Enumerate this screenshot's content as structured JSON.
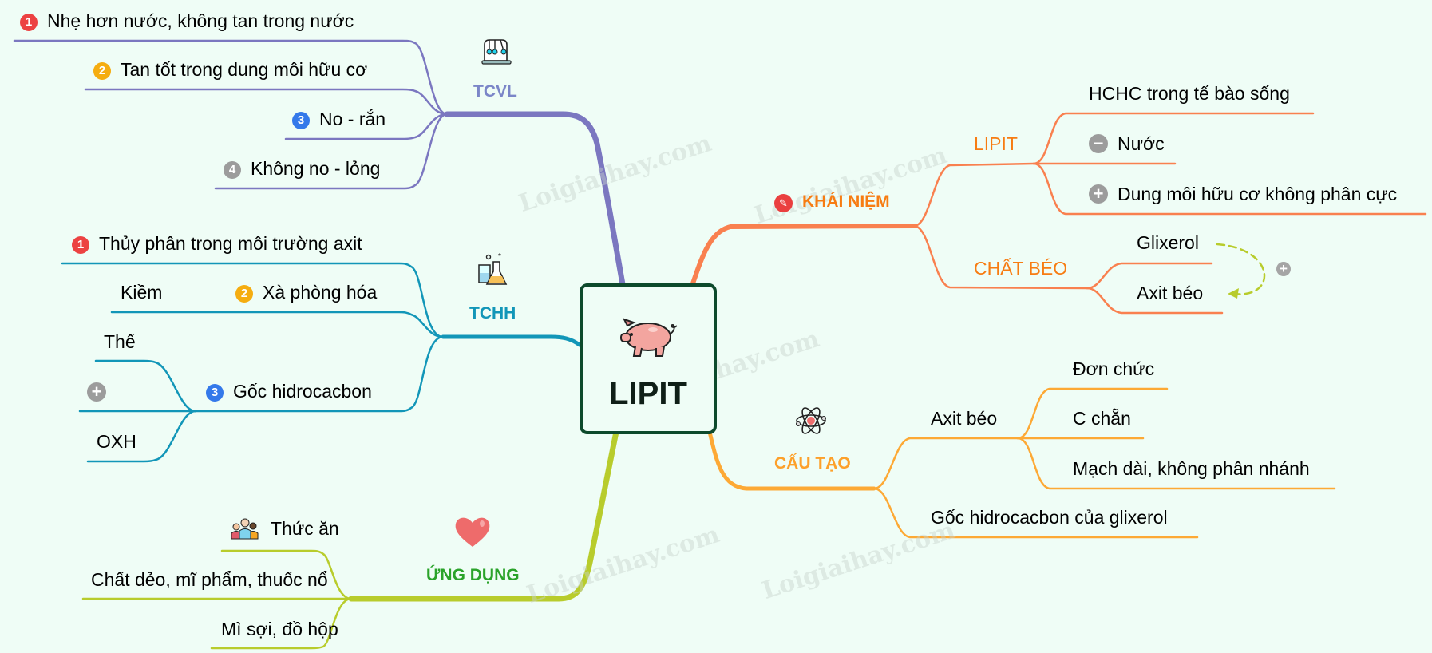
{
  "center": {
    "title": "LIPIT",
    "icon": "pig-icon"
  },
  "colors": {
    "background": "#effdf6",
    "tcvl": "#7b77c0",
    "tchh": "#1296b8",
    "khai_niem": "#f9804f",
    "cau_tao": "#fda935",
    "ung_dung": "#b8cc2c",
    "center_border": "#0d4a2c"
  },
  "watermark": "Loigiaihay.com",
  "branches": {
    "tcvl": {
      "label": "TCVL",
      "icon": "newtons-cradle-icon",
      "items": [
        {
          "badge": "1",
          "text": "Nhẹ hơn nước, không tan trong nước"
        },
        {
          "badge": "2",
          "text": "Tan tốt trong dung môi hữu cơ"
        },
        {
          "badge": "3",
          "text": "No - rắn"
        },
        {
          "badge": "4",
          "text": "Không no - lỏng"
        }
      ]
    },
    "tchh": {
      "label": "TCHH",
      "icon": "lab-flask-icon",
      "items": [
        {
          "badge": "1",
          "text": "Thủy phân trong môi trường axit"
        },
        {
          "badge": "2",
          "text": "Xà phòng hóa",
          "child": "Kiềm"
        },
        {
          "badge": "3",
          "text": "Gốc hidrocacbon",
          "children": [
            "Thế",
            "+",
            "OXH"
          ]
        }
      ]
    },
    "ung_dung": {
      "label": "ỨNG DỤNG",
      "icon": "heart-icon",
      "items": [
        {
          "text": "Thức ăn",
          "icon": "people-icon"
        },
        {
          "text": "Chất dẻo, mĩ phẩm, thuốc nổ"
        },
        {
          "text": "Mì sợi, đồ hộp"
        }
      ]
    },
    "khai_niem": {
      "label": "KHÁI NIỆM",
      "icon": "pin-icon",
      "subtopics": [
        {
          "label": "LIPIT",
          "items": [
            {
              "text": "HCHC trong tế bào sống"
            },
            {
              "marker": "−",
              "text": "Nước"
            },
            {
              "marker": "+",
              "text": "Dung môi hữu cơ không phân cực"
            }
          ]
        },
        {
          "label": "CHẤT BÉO",
          "items": [
            {
              "text": "Glixerol"
            },
            {
              "text": "Axit béo"
            }
          ],
          "relation_marker": "+"
        }
      ]
    },
    "cau_tao": {
      "label": "CẤU TẠO",
      "icon": "atom-icon",
      "subtopics": [
        {
          "label": "Axit béo",
          "items": [
            {
              "text": "Đơn chức"
            },
            {
              "text": "C chẵn"
            },
            {
              "text": "Mạch dài, không phân nhánh"
            }
          ]
        },
        {
          "label": "Gốc hidrocacbon của glixerol"
        }
      ]
    }
  }
}
